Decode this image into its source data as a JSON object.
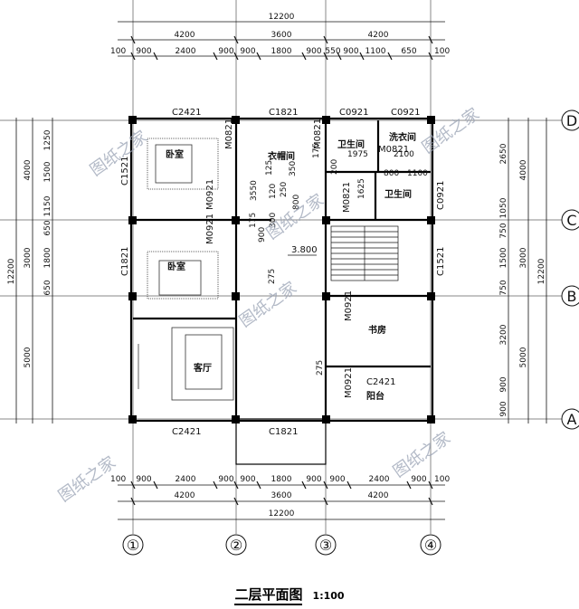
{
  "title": "二层平面图",
  "scale": "1:100",
  "axes_bottom": [
    "①",
    "②",
    "③",
    "④"
  ],
  "axes_right": [
    "D",
    "C",
    "B",
    "A"
  ],
  "dims": {
    "total_width": "12200",
    "top_segments": [
      "4200",
      "3600",
      "4200"
    ],
    "top_detail": [
      "900",
      "2400",
      "900",
      "900",
      "1800",
      "900",
      "550",
      "900",
      "1100",
      "650"
    ],
    "bottom_segments": [
      "4200",
      "3600",
      "4200"
    ],
    "bottom_detail": [
      "900",
      "2400",
      "900",
      "900",
      "1800",
      "900",
      "900",
      "2400",
      "900"
    ],
    "bottom_total": "12200",
    "edge_100": "100",
    "left_outer": [
      "4000",
      "3000",
      "5000"
    ],
    "left_inner": [
      "1250",
      "1500",
      "1150",
      "650",
      "1800",
      "650"
    ],
    "left_total": "12200",
    "right_outer": [
      "4000",
      "3000",
      "5000"
    ],
    "right_inner": [
      "2650",
      "1050",
      "750",
      "1500",
      "750",
      "3200",
      "900",
      "900"
    ],
    "right_total": "12200"
  },
  "rooms": {
    "bedroom1": "卧室",
    "bedroom2": "卧室",
    "walkin": "衣帽间",
    "bath1": "卫生间",
    "laundry": "洗衣间",
    "bath2": "卫生间",
    "study": "书房",
    "balcony": "阳台",
    "living": "客厅"
  },
  "openings": {
    "w_top_1": "C2421",
    "w_top_2": "C1821",
    "w_top_3": "C0921",
    "w_top_4": "C0921",
    "w_left_1": "C1521",
    "w_left_2": "C1821",
    "w_right_1": "C0921",
    "w_right_2": "C1521",
    "w_bottom_1": "C2421",
    "w_bottom_2": "C1821",
    "w_balcony": "C2421",
    "d_1": "M0821",
    "d_2": "M0821",
    "d_3": "M0821",
    "d_4": "M0921",
    "d_5": "M0921",
    "d_6": "M0921",
    "d_7": "M0921",
    "d_8": "M0821"
  },
  "levels": {
    "floor": "3.800"
  },
  "inner_dims": [
    "1975",
    "2100",
    "800",
    "1100",
    "1625",
    "175",
    "200",
    "900",
    "175",
    "300",
    "275",
    "275",
    "800",
    "120",
    "250",
    "350",
    "125",
    "3550"
  ],
  "watermarks": [
    "图纸之家",
    "图纸之家",
    "图纸之家",
    "图纸之家",
    "图纸之家",
    "图纸之家"
  ]
}
